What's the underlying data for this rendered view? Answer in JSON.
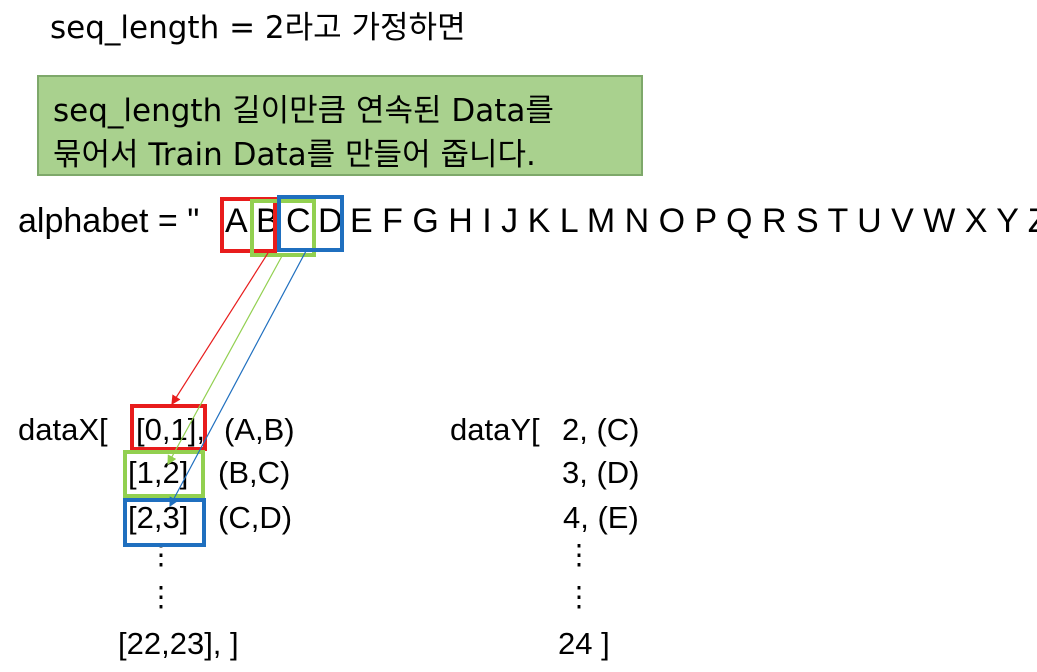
{
  "heading": "seq_length = 2라고 가정하면",
  "callout": {
    "line1": "seq_length 길이만큼 연속된 Data를",
    "line2": "묶어서 Train Data를 만들어 줍니다."
  },
  "alphabet": {
    "prefix": "alphabet = \"",
    "letters": [
      "A",
      "B",
      "C",
      "D",
      "E",
      "F",
      "G",
      "H",
      "I",
      "J",
      "K",
      "L",
      "M",
      "N",
      "O",
      "P",
      "Q",
      "R",
      "S",
      "T",
      "U",
      "V",
      "W",
      "X",
      "Y",
      "Z"
    ],
    "suffix": "\""
  },
  "dataX": {
    "open": "dataX[",
    "rows": [
      {
        "index": "[0,1],",
        "pair": "(A,B)"
      },
      {
        "index": "[1,2]",
        "pair": "(B,C)"
      },
      {
        "index": "[2,3]",
        "pair": "(C,D)"
      }
    ],
    "dots": [
      "⋮",
      "⋮"
    ],
    "last": "[22,23], ]"
  },
  "dataY": {
    "open": "dataY[",
    "rows": [
      "2, (C)",
      "3, (D)",
      "4, (E)"
    ],
    "dots": [
      "⋮",
      "⋮"
    ],
    "last": "24 ]"
  },
  "colors": {
    "red": "#e81c1c",
    "green": "#92d050",
    "blue": "#1f6fbf",
    "callout_fill": "#a9d18e"
  }
}
